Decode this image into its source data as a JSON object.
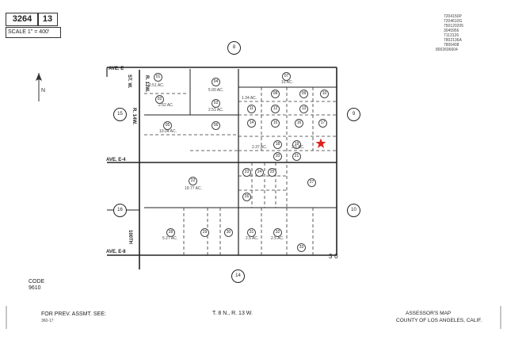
{
  "header": {
    "book": "3264",
    "page": "13",
    "scale": "SCALE 1\" = 400'"
  },
  "top_right_codes": [
    "7204150P",
    "7204610G",
    "750120205",
    "3045956",
    "7113126",
    "7802136A",
    "7806408",
    "8002606604"
  ],
  "adjacent_pages": {
    "top": "8",
    "left_top": "15",
    "left_bottom": "16",
    "right_top": "9",
    "right_bottom": "10",
    "bottom": "14",
    "corner_marker": "3 0"
  },
  "streets": {
    "ave_e": "AVE. E",
    "ave_e4": "AVE. E-4",
    "ave_e8": "AVE. E-8",
    "st_w": "ST. W.",
    "r14w": "R. 14W.",
    "r13w": "R. 13W.",
    "st_100th": "100TH"
  },
  "parcels": [
    {
      "id": "p01",
      "num": "01"
    },
    {
      "id": "p02",
      "num": "04"
    },
    {
      "id": "p03",
      "num": "07"
    },
    {
      "id": "p04",
      "num": "02"
    },
    {
      "id": "p05",
      "num": "03"
    },
    {
      "id": "p06",
      "num": "05"
    },
    {
      "id": "p07",
      "num": "06"
    },
    {
      "id": "p08",
      "num": "08"
    },
    {
      "id": "p09",
      "num": "09"
    },
    {
      "id": "p10",
      "num": "10"
    },
    {
      "id": "p11",
      "num": "11"
    },
    {
      "id": "p12",
      "num": "12"
    },
    {
      "id": "p13",
      "num": "13"
    },
    {
      "id": "p14",
      "num": "14"
    },
    {
      "id": "p15",
      "num": "15"
    },
    {
      "id": "p16",
      "num": "16"
    },
    {
      "id": "p17",
      "num": "17"
    },
    {
      "id": "p18",
      "num": "18"
    },
    {
      "id": "p19",
      "num": "19"
    },
    {
      "id": "p20",
      "num": "20"
    },
    {
      "id": "p21",
      "num": "21"
    },
    {
      "id": "p22",
      "num": "22"
    },
    {
      "id": "p23",
      "num": "23"
    },
    {
      "id": "p24",
      "num": "24"
    },
    {
      "id": "p25",
      "num": "25"
    },
    {
      "id": "p26",
      "num": "26"
    },
    {
      "id": "p27",
      "num": "27"
    },
    {
      "id": "p28",
      "num": "28"
    },
    {
      "id": "p29",
      "num": "29"
    },
    {
      "id": "p30",
      "num": "30"
    },
    {
      "id": "p31",
      "num": "31"
    },
    {
      "id": "p32",
      "num": "32"
    },
    {
      "id": "p33",
      "num": "33"
    }
  ],
  "acreages": [
    "2.51 AC.",
    "5.00 AC.",
    "10 AC.",
    "2.52 AC.",
    "2.51 AC.",
    "10.04 AC.",
    "1.34 AC.",
    "2.37 AC.",
    "2.5 AC.",
    "19.77 AC.",
    "2.5 AC.",
    "2.5 AC.",
    "5.27 AC."
  ],
  "marker": {
    "color": "#e0201c"
  },
  "footer": {
    "code_label": "CODE",
    "code_value": "9610",
    "prev_assmt": "FOR PREV. ASSMT. SEE:",
    "prev_ref": "360-17",
    "township": "T. 8 N., R. 13 W.",
    "map_title": "ASSESSOR'S MAP",
    "county": "COUNTY OF LOS ANGELES, CALIF."
  }
}
